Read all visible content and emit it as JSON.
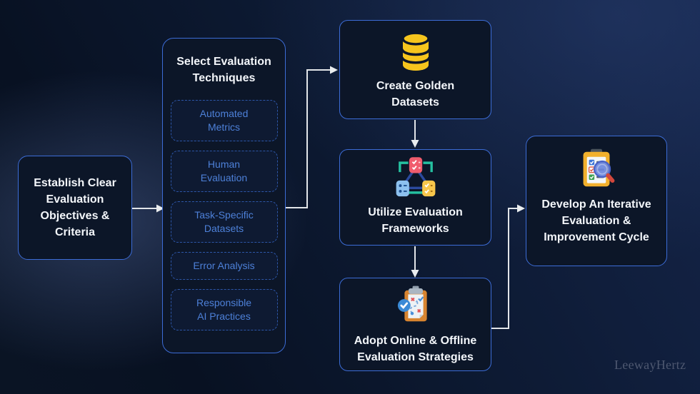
{
  "flow": {
    "steps": [
      {
        "title": "Establish Clear Evaluation Objectives & Criteria"
      },
      {
        "title": "Select Evaluation Techniques",
        "techniques": [
          "Automated Metrics",
          "Human Evaluation",
          "Task-Specific Datasets",
          "Error Analysis",
          "Responsible AI Practices"
        ]
      },
      {
        "title": "Create Golden Datasets",
        "icon": "database-icon"
      },
      {
        "title": "Utilize Evaluation Frameworks",
        "icon": "framework-network-icon"
      },
      {
        "title": "Adopt Online & Offline Evaluation Strategies",
        "icon": "strategy-clipboard-icon"
      },
      {
        "title": "Develop An Iterative Evaluation & Improvement Cycle",
        "icon": "clipboard-magnifier-icon"
      }
    ]
  },
  "watermark": "LeewayHertz",
  "colors": {
    "background_base": "#0d1a33",
    "box_fill": "#0c1628",
    "box_border": "#3c6cd6",
    "dashed_border": "#2d56a8",
    "technique_text": "#4d80d8",
    "title_text": "#f3f6fa",
    "connector": "#e2e5e9",
    "watermark_text": "#4e5870",
    "gold_icon": "#f6c51d",
    "teal_accent": "#25c0a0",
    "red_accent": "#f05c6d",
    "blue_accent": "#3a8ad6",
    "yellow_accent": "#f8c64b",
    "orange_accent": "#d8842f",
    "green_accent": "#3da052"
  }
}
